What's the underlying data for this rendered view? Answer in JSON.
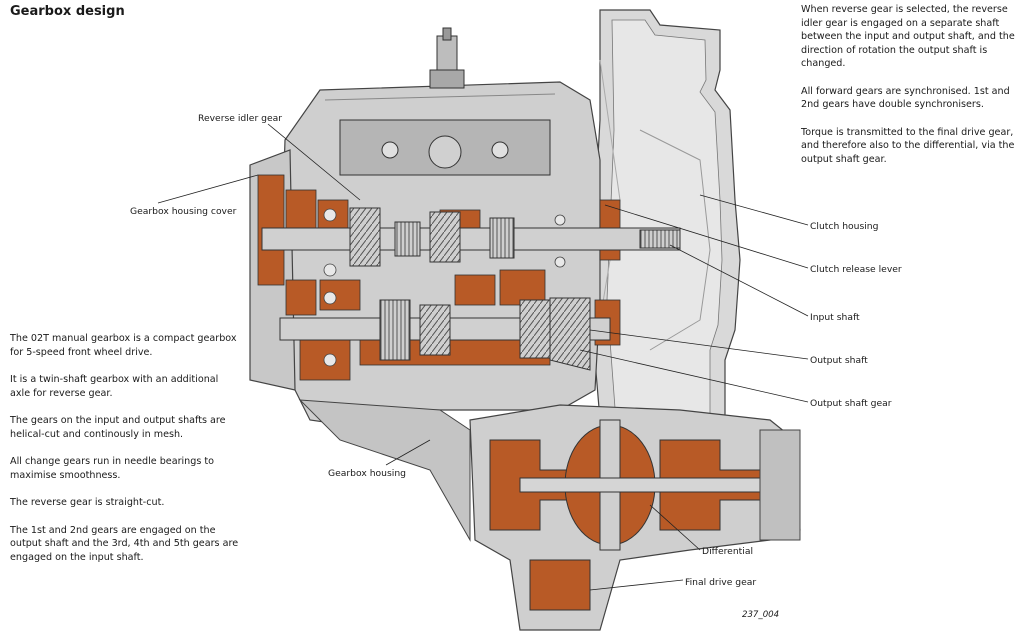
{
  "title": "Gearbox design",
  "intro_paragraphs": [
    "When reverse gear is selected, the reverse idler gear is engaged on a separate shaft between the input and output shaft, and the direction of rotation the output shaft is changed.",
    "All forward gears are synchronised. 1st and 2nd gears have double synchronisers.",
    "Torque is transmitted to the final drive gear, and therefore also to the differential, via the output shaft gear."
  ],
  "body_paragraphs": [
    "The 02T manual gearbox is a compact gearbox for 5-speed front wheel drive.",
    "It is a twin-shaft gearbox with an additional axle for reverse gear.",
    "The gears on the input and output shafts are helical-cut and continously in mesh.",
    "All change gears run in needle bearings to maximise smoothness.",
    "The reverse gear is straight-cut.",
    "The 1st and 2nd gears are engaged on the output shaft and the 3rd, 4th and 5th gears are engaged on the input shaft."
  ],
  "labels": {
    "reverse_idler_gear": "Reverse idler gear",
    "gearbox_housing_cover": "Gearbox housing cover",
    "clutch_housing": "Clutch housing",
    "clutch_release_lever": "Clutch release lever",
    "input_shaft": "Input shaft",
    "output_shaft": "Output shaft",
    "output_shaft_gear": "Output shaft gear",
    "gearbox_housing": "Gearbox housing",
    "differential": "Differential",
    "final_drive_gear": "Final drive gear"
  },
  "figure_ref": "237_004",
  "colors": {
    "housing_light": "#d9d9d9",
    "housing_mid": "#bdbdbd",
    "housing_dark": "#8a8a8a",
    "copper": "#b85a26",
    "outline": "#333333"
  }
}
